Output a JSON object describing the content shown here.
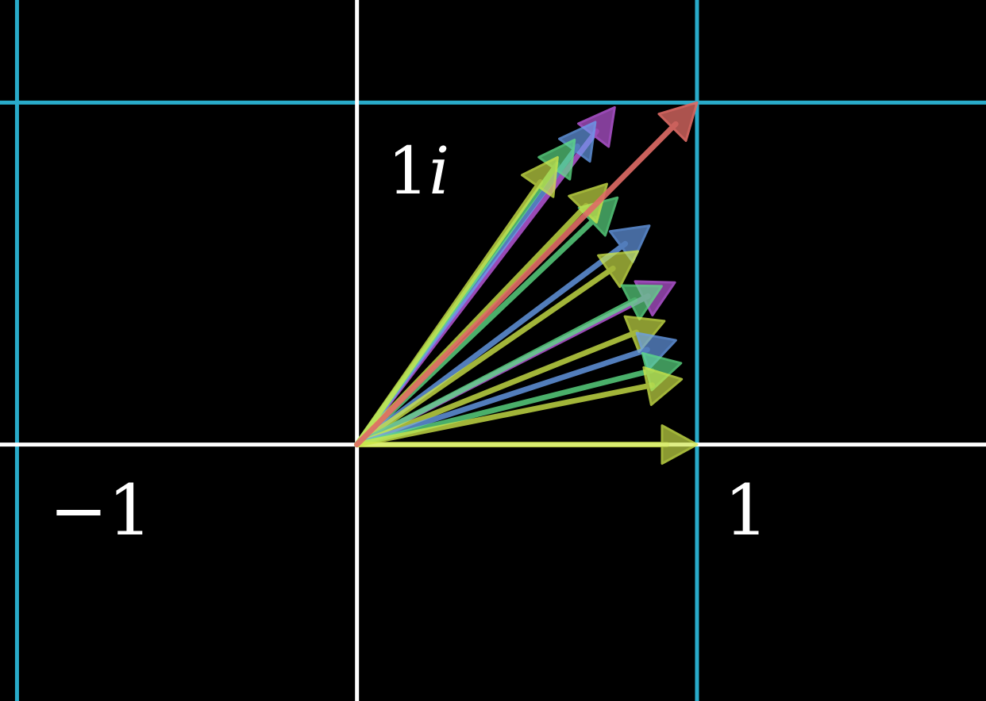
{
  "labels": {
    "imag_unit_number": "1",
    "imag_unit_symbol": "i",
    "neg_one": "−1",
    "pos_one": "1"
  },
  "colors": {
    "background": "#000000",
    "axis": "#ffffff",
    "grid": "#29abca",
    "reference_arrow": "#e06c66"
  },
  "plane": {
    "x_range": [
      -1.05,
      1.85
    ],
    "y_range": [
      -0.75,
      1.3
    ],
    "grid_lines_x": [
      -1,
      1
    ],
    "grid_lines_y": [
      1
    ]
  },
  "reference_vector": {
    "re": 1,
    "im": 1,
    "color": "#e06c66"
  },
  "vectors": [
    {
      "re": 0.758,
      "im": 0.986,
      "color": "#c55ee8"
    },
    {
      "re": 0.701,
      "im": 0.943,
      "color": "#6aa0f0"
    },
    {
      "re": 0.64,
      "im": 0.891,
      "color": "#5fe088"
    },
    {
      "re": 0.59,
      "im": 0.84,
      "color": "#d0e84a"
    },
    {
      "re": 0.766,
      "im": 0.722,
      "color": "#5fe088"
    },
    {
      "re": 0.735,
      "im": 0.762,
      "color": "#d0e84a"
    },
    {
      "re": 0.86,
      "im": 0.64,
      "color": "#6aa0f0"
    },
    {
      "re": 0.826,
      "im": 0.565,
      "color": "#d0e84a"
    },
    {
      "re": 0.935,
      "im": 0.474,
      "color": "#c55ee8"
    },
    {
      "re": 0.896,
      "im": 0.463,
      "color": "#5fe088"
    },
    {
      "re": 0.904,
      "im": 0.361,
      "color": "#d0e84a"
    },
    {
      "re": 0.938,
      "im": 0.305,
      "color": "#6aa0f0"
    },
    {
      "re": 0.953,
      "im": 0.238,
      "color": "#5fe088"
    },
    {
      "re": 0.955,
      "im": 0.191,
      "color": "#d0e84a"
    },
    {
      "re": 1.0,
      "im": 0.0,
      "color": "#d0e84a"
    }
  ]
}
